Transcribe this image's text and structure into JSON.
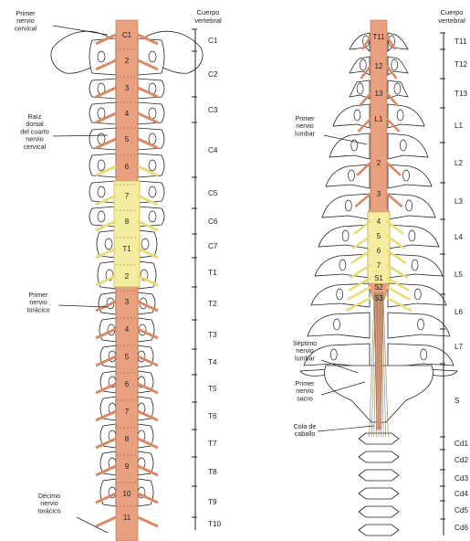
{
  "left_panel": {
    "header": [
      "Cuerpo",
      "vertebral"
    ],
    "segments": [
      "C1",
      "C2",
      "C3",
      "C4",
      "C5",
      "C6",
      "C7",
      "T1",
      "T2",
      "T3",
      "T4",
      "T5",
      "T6",
      "T7",
      "T8",
      "T9",
      "T10"
    ],
    "cord_numbers": [
      "C1",
      "2",
      "3",
      "4",
      "5",
      "6",
      "7",
      "8",
      "T1",
      "2",
      "3",
      "4",
      "5",
      "6",
      "7",
      "8",
      "9",
      "10",
      "11"
    ],
    "annotations": [
      {
        "lines": [
          "Primer",
          "nervio",
          "cervical"
        ]
      },
      {
        "lines": [
          "Raíz",
          "dorsal",
          "del cuarto",
          "nervio",
          "cervical"
        ]
      },
      {
        "lines": [
          "Primer",
          "nervio",
          "torácico"
        ]
      },
      {
        "lines": [
          "Décimo",
          "nervio",
          "torácico"
        ]
      }
    ]
  },
  "right_panel": {
    "header": [
      "Cuerpo",
      "vertebral"
    ],
    "segments": [
      "T11",
      "T12",
      "T13",
      "L1",
      "L2",
      "L3",
      "L4",
      "L5",
      "L6",
      "L7",
      "S",
      "Cd1",
      "Cd2",
      "Cd3",
      "Cd4",
      "Cd5",
      "Cd6"
    ],
    "cord_numbers": [
      "T11",
      "12",
      "13",
      "L1",
      "2",
      "3",
      "4",
      "5",
      "6",
      "7",
      "S1",
      "S2",
      "S3"
    ],
    "annotations": [
      {
        "lines": [
          "Primer",
          "nervio",
          "lumbar"
        ]
      },
      {
        "lines": [
          "Séptimo",
          "nervio",
          "lumbar"
        ]
      },
      {
        "lines": [
          "Primer",
          "nervio",
          "sacro"
        ]
      },
      {
        "lines": [
          "Cola de",
          "caballo"
        ]
      }
    ]
  },
  "colors": {
    "cord": "#e8a07e",
    "cord_enlargement": "#f4eda0",
    "bone": "#ffffff",
    "outline": "#222222",
    "dura": "#9aa8c8"
  }
}
